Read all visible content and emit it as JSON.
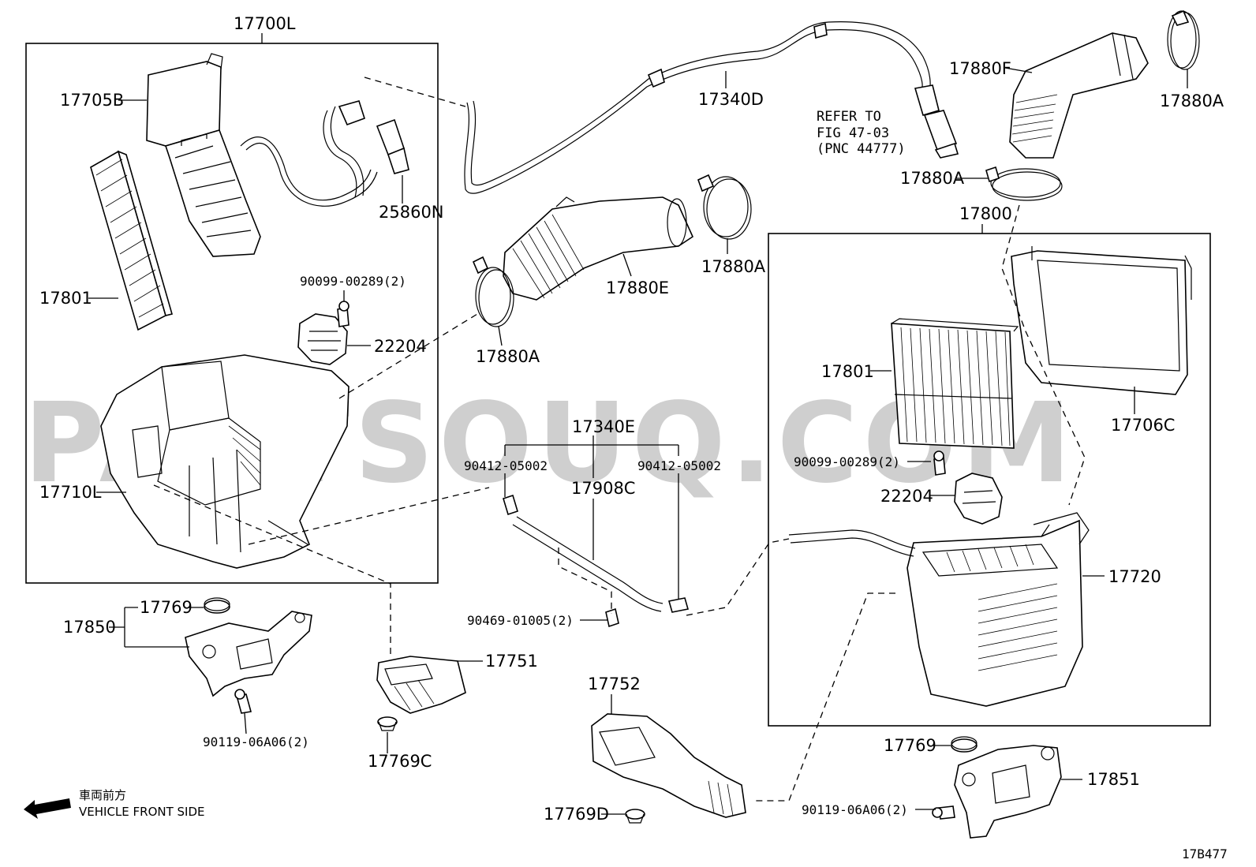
{
  "watermark": "PARTSOUQ.COM",
  "figure_code": "17B477",
  "front_indicator": {
    "jp": "車両前方",
    "en": "VEHICLE FRONT SIDE"
  },
  "labels": {
    "l17700L": "17700L",
    "l17705B": "17705B",
    "l17801_left": "17801",
    "l25860N": "25860N",
    "l90099_left": "90099-00289(2)",
    "l22204_left": "22204",
    "l17710L": "17710L",
    "l17340D": "17340D",
    "refer_line1": "REFER TO",
    "refer_line2": "FIG 47-03",
    "refer_line3": "(PNC 44777)",
    "l17880F": "17880F",
    "l17880A_tr": "17880A",
    "l17880A_r": "17880A",
    "l17880A_mid": "17880A",
    "l17880E": "17880E",
    "l17880A_left": "17880A",
    "l17800": "17800",
    "l17801_right": "17801",
    "l17706C": "17706C",
    "l90099_right": "90099-00289(2)",
    "l22204_right": "22204",
    "l17720": "17720",
    "l17340E": "17340E",
    "l90412_left": "90412-05002",
    "l90412_right": "90412-05002",
    "l17908C": "17908C",
    "l90469": "90469-01005(2)",
    "l17769_left": "17769",
    "l17850": "17850",
    "l90119_left": "90119-06A06(2)",
    "l17751": "17751",
    "l17769C": "17769C",
    "l17752": "17752",
    "l17769D": "17769D",
    "l17769_right": "17769",
    "l17851": "17851",
    "l90119_right": "90119-06A06(2)"
  }
}
